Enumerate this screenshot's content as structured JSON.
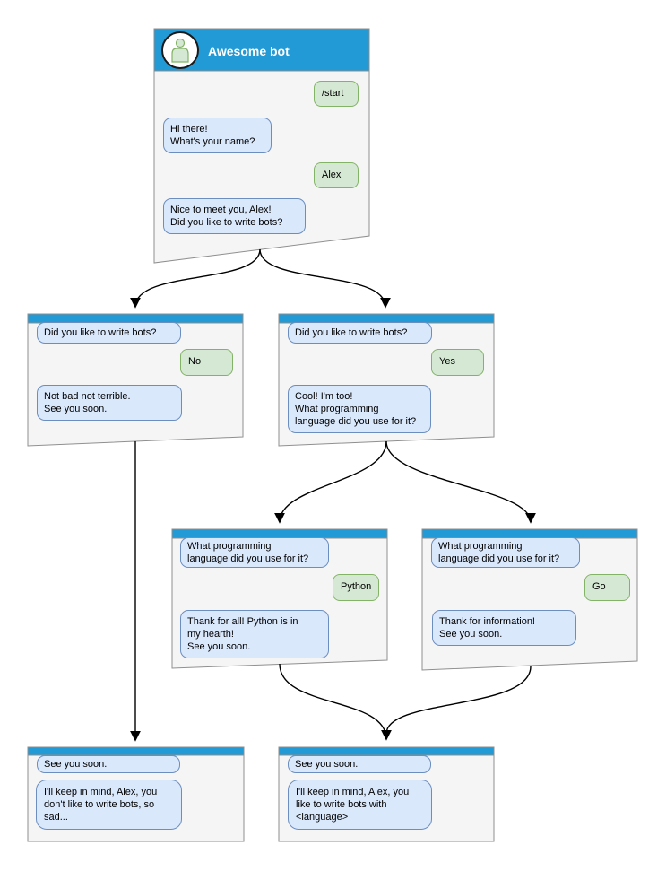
{
  "colors": {
    "header_blue": "#219ad6",
    "card_bg": "#f5f5f5",
    "card_border": "#8f8f8f",
    "bot_bubble_bg": "#dae8fc",
    "bot_bubble_border": "#6c8ebf",
    "user_bubble_bg": "#d5e8d4",
    "user_bubble_border": "#82b366",
    "avatar_green_fill": "#d5e8d4",
    "avatar_green_stroke": "#82b366",
    "arrow": "#000000",
    "title_text": "#ffffff"
  },
  "cards": {
    "start": {
      "title": "Awesome bot",
      "avatar": "person-icon",
      "m1": "/start",
      "m2": "Hi there!\nWhat's your name?",
      "m3": "Alex",
      "m4": "Nice to meet you, Alex!\nDid you like to write bots?"
    },
    "no": {
      "m1": "Did you like to write bots?",
      "m2": "No",
      "m3": "Not bad not terrible.\nSee you soon."
    },
    "yes": {
      "m1": "Did you like to write bots?",
      "m2": "Yes",
      "m3": "Cool! I'm too!\nWhat programming\nlanguage did you use for it?"
    },
    "python": {
      "m1": "What programming\nlanguage did you use for it?",
      "m2": "Python",
      "m3": "Thank for all! Python is in\nmy hearth!\nSee you soon."
    },
    "go": {
      "m1": "What programming\nlanguage did you use for it?",
      "m2": "Go",
      "m3": "Thank for information!\nSee you soon."
    },
    "end_no": {
      "m1": "See you soon.",
      "m2": "I'll keep in mind, Alex, you\ndon't like to write bots, so\nsad..."
    },
    "end_yes": {
      "m1": "See you soon.",
      "m2": "I'll keep in mind, Alex, you\nlike to write bots with\n<language>"
    }
  }
}
